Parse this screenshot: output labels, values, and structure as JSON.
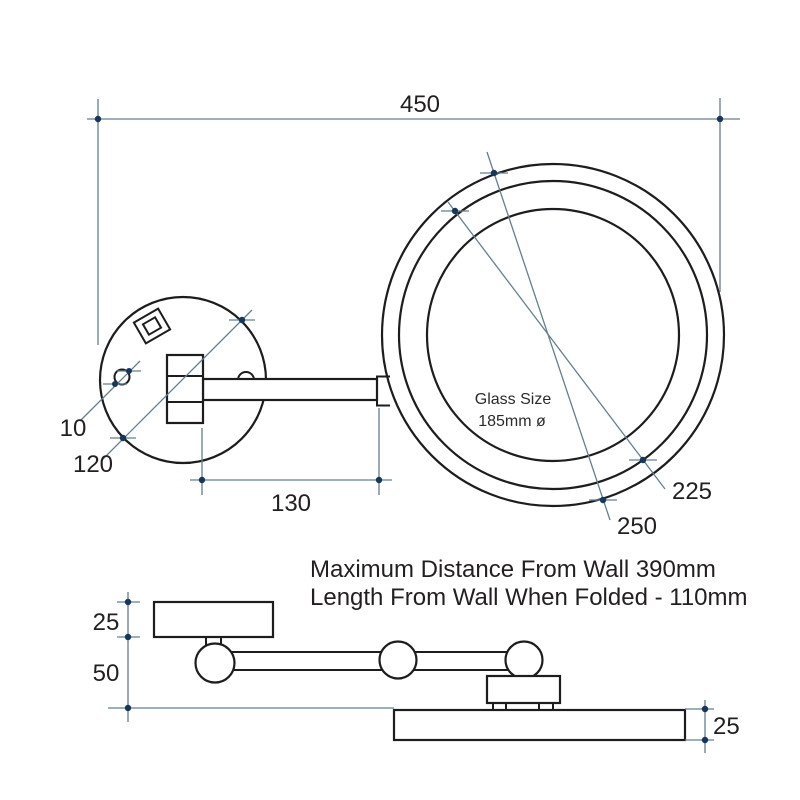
{
  "colors": {
    "outline": "#1d1d1f",
    "dimension_line": "#62808f",
    "dimension_dot": "#16365c",
    "text": "#231f20",
    "background": "#ffffff"
  },
  "front_view": {
    "dim_overall_width": "450",
    "dim_mount_hole": "10",
    "dim_wall_plate_diameter": "120",
    "dim_arm_length": "130",
    "dim_inner_ring": "225",
    "dim_outer_ring": "250",
    "glass_label_line1": "Glass Size",
    "glass_label_line2": "185mm ø"
  },
  "notes": {
    "line1": "Maximum Distance From Wall 390mm",
    "line2": "Length From Wall When Folded - 110mm"
  },
  "side_view": {
    "dim_plate_depth": "25",
    "dim_arm_offset": "50",
    "dim_mirror_depth": "25"
  }
}
